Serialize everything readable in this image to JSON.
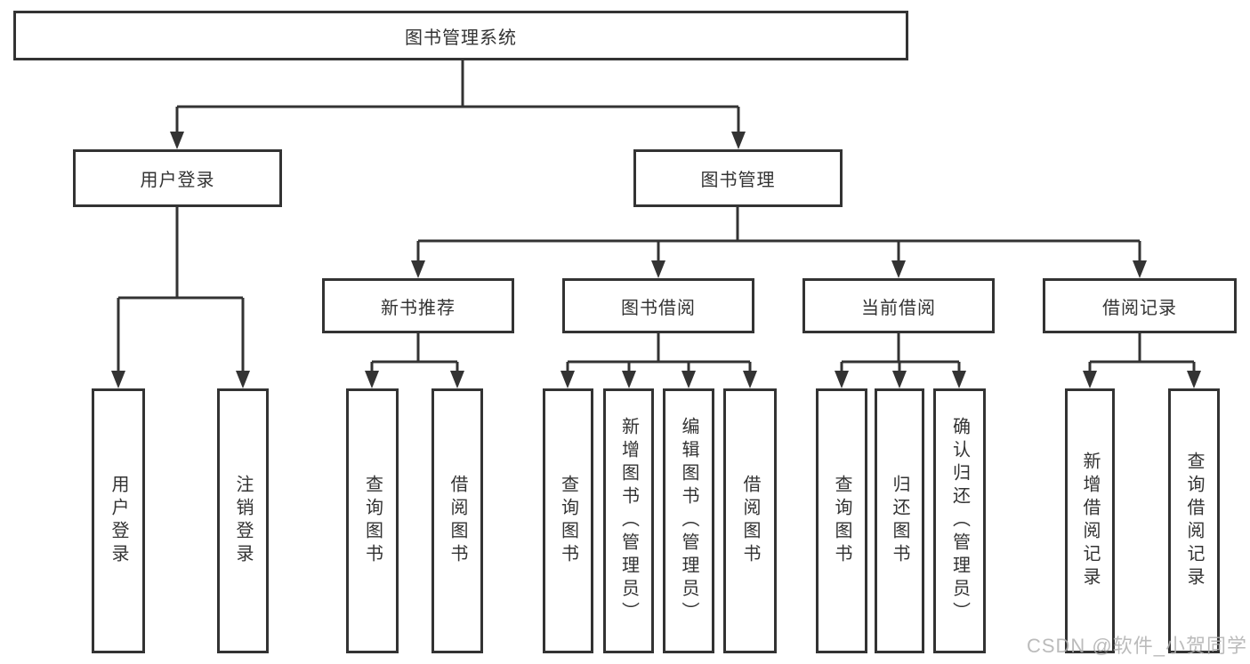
{
  "diagram": {
    "title": "图书管理系统",
    "branches": [
      {
        "label": "用户登录",
        "children": [
          {
            "label": "用户登录"
          },
          {
            "label": "注销登录"
          }
        ]
      },
      {
        "label": "图书管理",
        "children": [
          {
            "label": "新书推荐",
            "children": [
              {
                "label": "查询图书"
              },
              {
                "label": "借阅图书"
              }
            ]
          },
          {
            "label": "图书借阅",
            "children": [
              {
                "label": "查询图书"
              },
              {
                "label": "新增图书（管理员）"
              },
              {
                "label": "编辑图书（管理员）"
              },
              {
                "label": "借阅图书"
              }
            ]
          },
          {
            "label": "当前借阅",
            "children": [
              {
                "label": "查询图书"
              },
              {
                "label": "归还图书"
              },
              {
                "label": "确认归还（管理员）"
              }
            ]
          },
          {
            "label": "借阅记录",
            "children": [
              {
                "label": "新增借阅记录"
              },
              {
                "label": "查询借阅记录"
              }
            ]
          }
        ]
      }
    ]
  },
  "watermark": {
    "text": "CSDN @软件_小贺同学"
  },
  "colors": {
    "line": "#333333",
    "text": "#333333",
    "background": "#ffffff",
    "watermark": "#b0b0b0"
  }
}
